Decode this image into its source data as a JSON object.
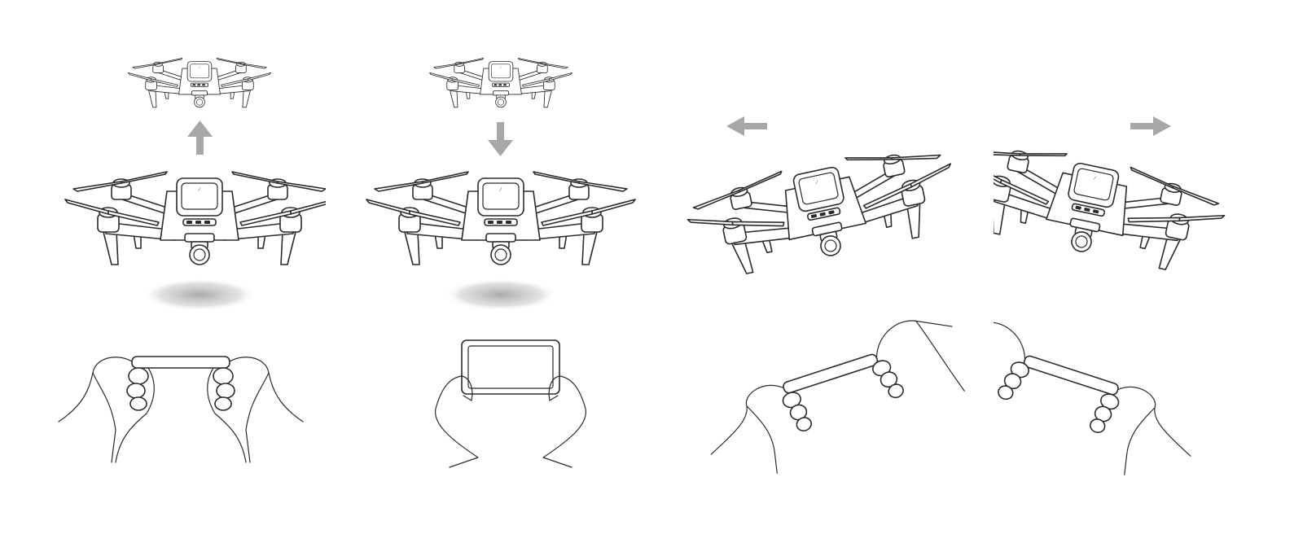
{
  "figure": {
    "panels": [
      {
        "id": "ascend",
        "motion": "up",
        "tilt": "level",
        "shadow": true,
        "controller_pose": "held-flat-near"
      },
      {
        "id": "descend",
        "motion": "down",
        "tilt": "level",
        "shadow": true,
        "controller_pose": "held-flat-tablet"
      },
      {
        "id": "left",
        "motion": "left",
        "tilt": "left",
        "shadow": false,
        "controller_pose": "tilted-left"
      },
      {
        "id": "right",
        "motion": "right",
        "tilt": "right",
        "shadow": false,
        "controller_pose": "tilted-right"
      }
    ],
    "colors": {
      "arrow": "#a8a8a8",
      "line": "#2b2b2b",
      "shadow": "#9a9a9a",
      "background": "#ffffff"
    }
  }
}
